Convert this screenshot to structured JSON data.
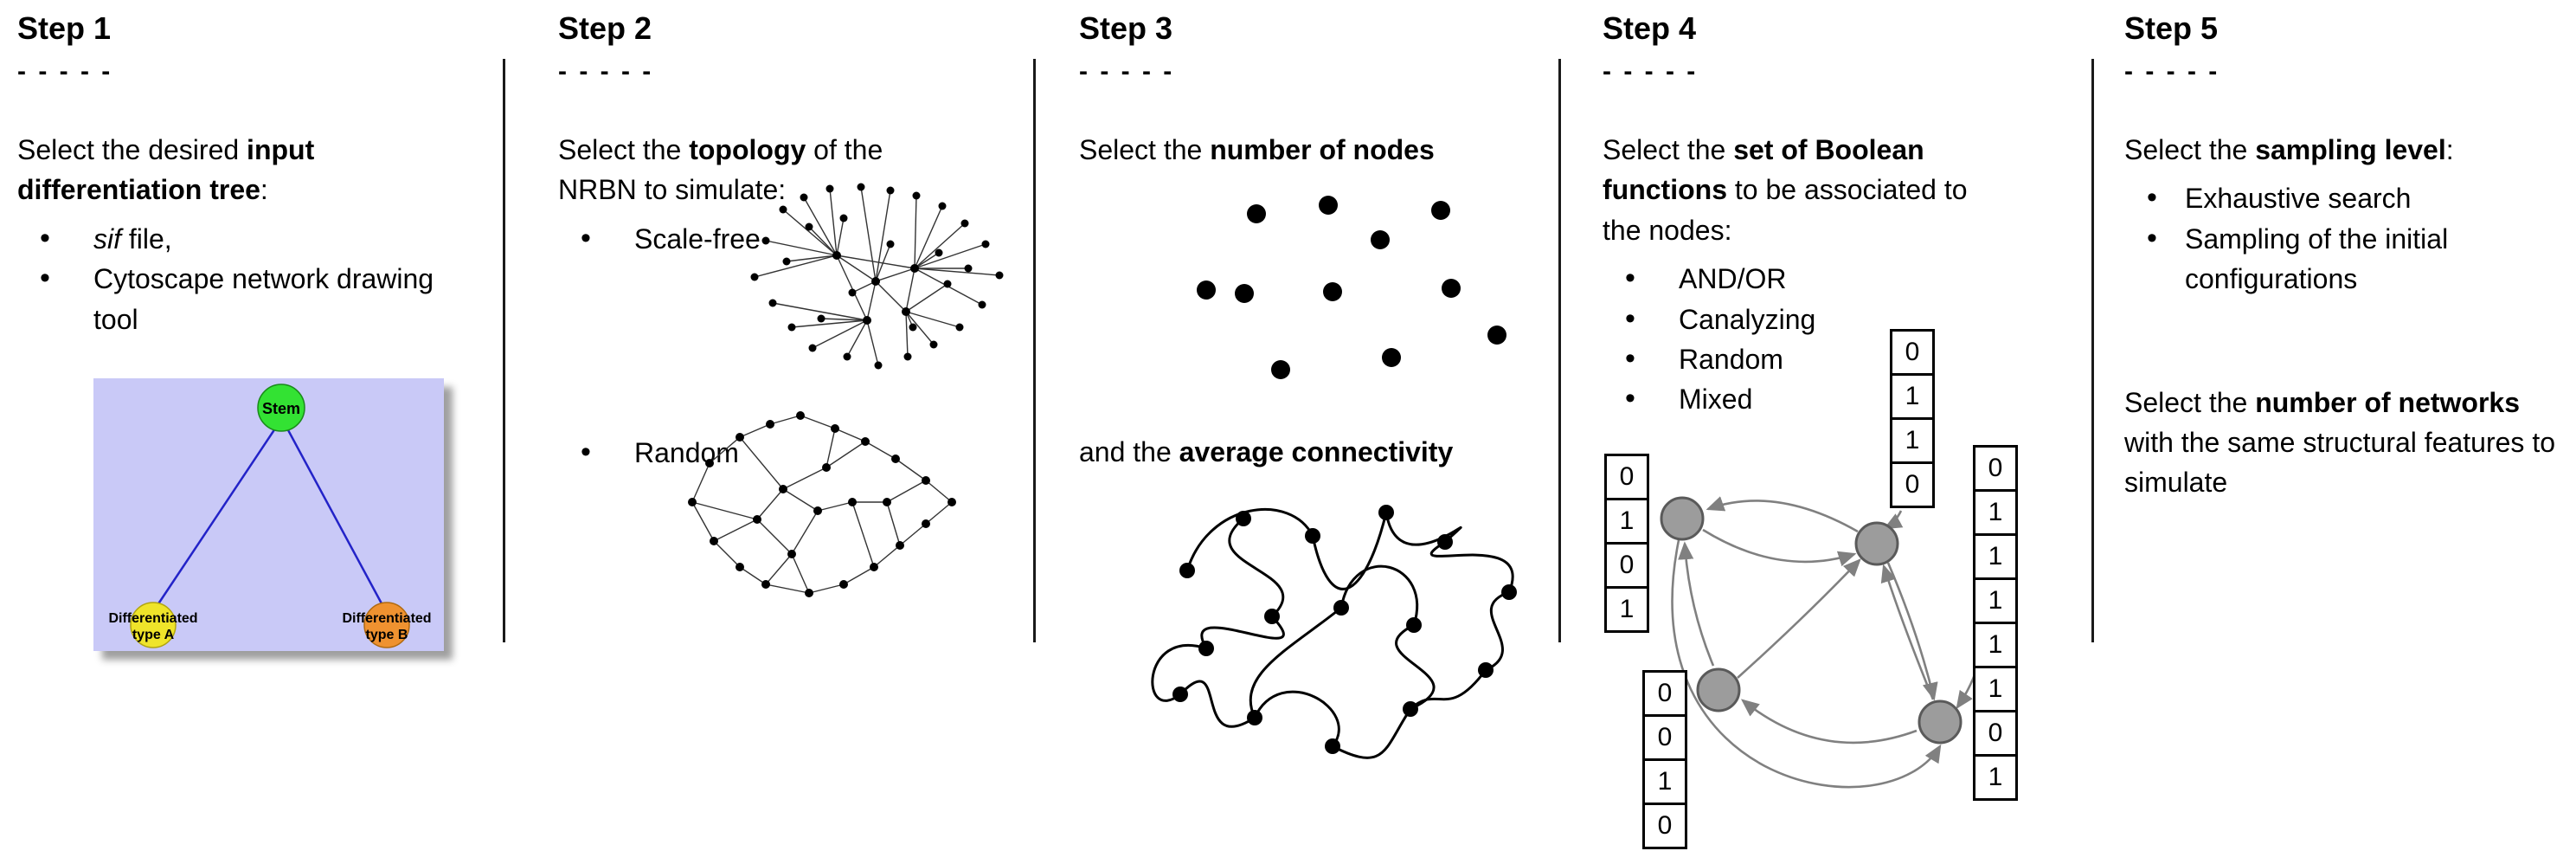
{
  "steps": {
    "step1": {
      "title": "Step 1",
      "dashes": "- - - - -",
      "intro": {
        "pre": "Select the desired ",
        "bold": "input differentiation tree",
        "post": ":"
      },
      "bullet1": {
        "italic": "sif",
        "rest": " file,"
      },
      "bullet2": "Cytoscape network drawing tool",
      "tree": {
        "stem": "Stem",
        "type_a": [
          "Differentiated",
          "type A"
        ],
        "type_b": [
          "Differentiated",
          "type B"
        ]
      }
    },
    "step2": {
      "title": "Step 2",
      "dashes": "- - - - -",
      "intro": {
        "pre": "Select the ",
        "bold": "topology",
        "post": " of the NRBN to simulate:"
      },
      "bullets": [
        "Scale-free",
        "Random"
      ]
    },
    "step3": {
      "title": "Step 3",
      "dashes": "- - - - -",
      "line1": {
        "pre": "Select the ",
        "bold": "number of nodes",
        "post": ""
      },
      "line2": {
        "pre": "and the ",
        "bold": "average connectivity",
        "post": ""
      }
    },
    "step4": {
      "title": "Step 4",
      "dashes": "- - - - -",
      "intro": {
        "pre": "Select the ",
        "bold": "set of Boolean functions",
        "post": " to be associated to the nodes:"
      },
      "bullets": [
        "AND/OR",
        "Canalyzing",
        "Random",
        "Mixed"
      ],
      "tables": {
        "left": [
          "0",
          "1",
          "0",
          "1"
        ],
        "top": [
          "0",
          "1",
          "1",
          "0"
        ],
        "right": [
          "0",
          "1",
          "1",
          "1",
          "1",
          "1",
          "0",
          "1"
        ],
        "bottom": [
          "0",
          "0",
          "1",
          "0"
        ]
      }
    },
    "step5": {
      "title": "Step 5",
      "dashes": "- - - - -",
      "intro": {
        "pre": "Select the ",
        "bold": "sampling level",
        "post": ":"
      },
      "bullets": [
        "Exhaustive search",
        "Sampling of the initial configurations"
      ],
      "para2": {
        "pre": "Select the ",
        "bold": "number of networks",
        "post": " with the same structural features to simulate"
      }
    }
  },
  "colors": {
    "tree_bg": "#c9c9f7",
    "stem_green": "#33e233",
    "type_a_yellow": "#efe42a",
    "type_b_orange": "#ef9230",
    "edge_blue": "#2323c8",
    "node_gray": "#9c9c9c"
  }
}
